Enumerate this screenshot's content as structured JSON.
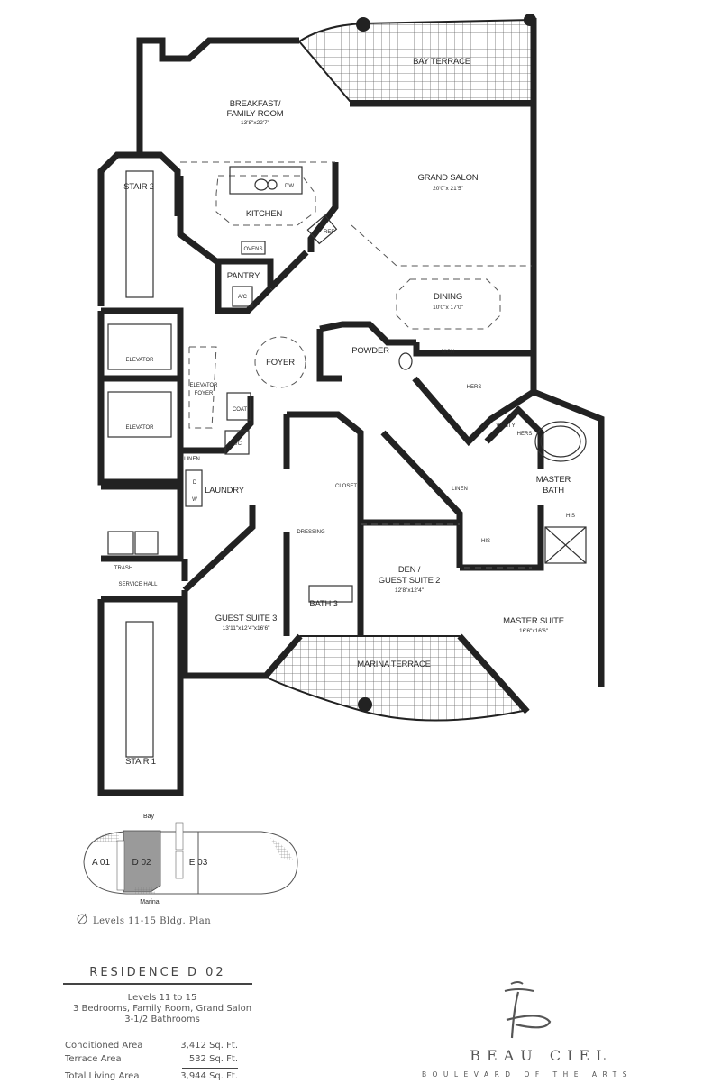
{
  "plan": {
    "rooms": {
      "bay_terrace": "BAY TERRACE",
      "breakfast_1": "BREAKFAST/",
      "breakfast_2": "FAMILY ROOM",
      "breakfast_dim": "13'8\"x22'7\"",
      "grand_salon": "GRAND SALON",
      "grand_salon_dim": "20'0\"x 21'5\"",
      "kitchen": "KITCHEN",
      "dw": "DW",
      "ovens": "OVENS",
      "ref": "REF",
      "pantry": "PANTRY",
      "ac1": "A/C",
      "dining": "DINING",
      "dining_dim": "10'0\"x 17'0\"",
      "stair2": "STAIR 2",
      "elevator1": "ELEVATOR",
      "elevator2": "ELEVATOR",
      "elevator_foyer_1": "ELEVATOR",
      "elevator_foyer_2": "FOYER",
      "foyer": "FOYER",
      "powder": "POWDER",
      "nich": "NICH",
      "hers": "HERS",
      "coat": "COAT",
      "ac2": "A/C",
      "linen1": "LINEN",
      "laundry": "LAUNDRY",
      "d": "D",
      "w": "W",
      "closet": "CLOSET",
      "dressing": "DRESSING",
      "bath3": "BATH 3",
      "trash": "TRASH",
      "service_hall": "SERVICE HALL",
      "vanity": "VANITY",
      "hers_small": "HERS",
      "master_bath_1": "MASTER",
      "master_bath_2": "BATH",
      "his_small": "HIS",
      "linen2": "LINEN",
      "his": "HIS",
      "den_1": "DEN /",
      "den_2": "GUEST SUITE 2",
      "den_dim": "12'8\"x12'4\"",
      "guest3": "GUEST SUITE 3",
      "guest3_dim": "13'11\"x12'4\"x16'6\"",
      "master_suite": "MASTER SUITE",
      "master_suite_dim": "16'6\"x16'6\"",
      "marina_terrace": "MARINA TERRACE",
      "stair1": "STAIR 1"
    }
  },
  "keyplan": {
    "bay": "Bay",
    "marina": "Marina",
    "units": [
      "A 01",
      "D 02",
      "E 03"
    ],
    "caption": "Levels 11-15 Bldg. Plan"
  },
  "residence": {
    "title": "RESIDENCE D 02",
    "levels": "Levels 11 to 15",
    "bedrooms": "3 Bedrooms, Family Room, Grand Salon",
    "bathrooms": "3-1/2 Bathrooms",
    "areas": [
      {
        "label": "Conditioned Area",
        "value": "3,412 Sq. Ft."
      },
      {
        "label": "Terrace Area",
        "value": "532 Sq. Ft."
      },
      {
        "label": "Total Living Area",
        "value": "3,944 Sq. Ft."
      }
    ]
  },
  "brand": {
    "name": "BEAU CIEL",
    "tagline": "BOULEVARD OF THE ARTS"
  }
}
